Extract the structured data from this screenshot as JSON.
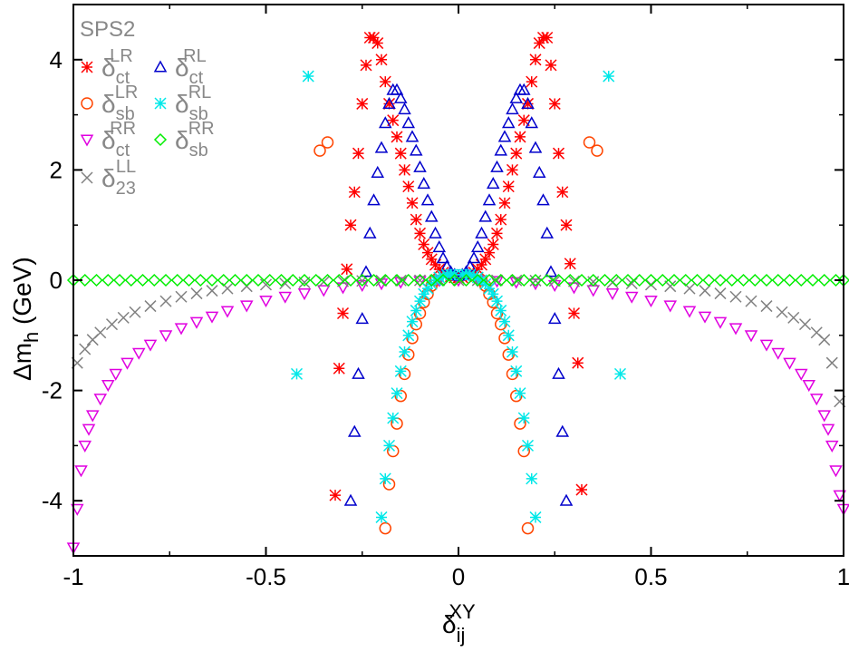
{
  "chart_data": {
    "type": "scatter",
    "title": "",
    "plot_label": "SPS2",
    "xlabel": {
      "base": "δ",
      "sub": "ij",
      "sup": "XY"
    },
    "ylabel": {
      "base": "Δm",
      "sub": "h",
      "unit": " (GeV)"
    },
    "xlim": [
      -1,
      1
    ],
    "ylim": [
      -5,
      5
    ],
    "xticks": [
      -1,
      -0.5,
      0,
      0.5,
      1
    ],
    "xtick_labels": [
      "-1",
      "-0.5",
      "0",
      "0.5",
      "1"
    ],
    "yticks": [
      -4,
      -2,
      0,
      2,
      4
    ],
    "ytick_labels": [
      "-4",
      "-2",
      "0",
      "2",
      "4"
    ],
    "grid": false,
    "legend_position": "top-left",
    "colors": {
      "red": "#ff0000",
      "orange": "#ff4500",
      "magenta": "#e000e0",
      "gray": "#808080",
      "blue": "#0000cc",
      "cyan": "#00e8e8",
      "green": "#00ee00"
    },
    "series": [
      {
        "name": "δ_ct^LR",
        "label": {
          "base": "δ",
          "sub": "ct",
          "sup": "LR"
        },
        "marker": "asterisk",
        "color": "#ff0000",
        "x": [
          -0.32,
          -0.31,
          -0.3,
          -0.29,
          -0.28,
          -0.27,
          -0.26,
          -0.25,
          -0.24,
          -0.23,
          -0.22,
          -0.21,
          -0.2,
          -0.19,
          -0.18,
          -0.17,
          -0.16,
          -0.15,
          -0.14,
          -0.13,
          -0.12,
          -0.11,
          -0.1,
          -0.09,
          -0.08,
          -0.07,
          -0.06,
          -0.05,
          -0.04,
          -0.03,
          -0.02,
          -0.01,
          0,
          0.01,
          0.02,
          0.03,
          0.04,
          0.05,
          0.06,
          0.07,
          0.08,
          0.09,
          0.1,
          0.11,
          0.12,
          0.13,
          0.14,
          0.15,
          0.16,
          0.17,
          0.18,
          0.19,
          0.2,
          0.21,
          0.22,
          0.23,
          0.24,
          0.25,
          0.26,
          0.27,
          0.28,
          0.29,
          0.3,
          0.31,
          0.32
        ],
        "y": [
          -3.9,
          -1.6,
          -0.6,
          0.2,
          1.0,
          1.6,
          2.3,
          3.2,
          3.9,
          4.4,
          4.4,
          4.3,
          4.0,
          3.6,
          3.2,
          2.9,
          2.6,
          2.3,
          2.0,
          1.7,
          1.4,
          1.1,
          0.85,
          0.65,
          0.5,
          0.38,
          0.28,
          0.2,
          0.14,
          0.1,
          0.07,
          0.05,
          0.05,
          0.05,
          0.07,
          0.1,
          0.14,
          0.2,
          0.28,
          0.38,
          0.5,
          0.65,
          0.85,
          1.1,
          1.4,
          1.7,
          2.0,
          2.3,
          2.6,
          2.9,
          3.2,
          3.6,
          4.0,
          4.3,
          4.4,
          4.4,
          3.9,
          3.2,
          2.3,
          1.6,
          1.0,
          0.3,
          -0.6,
          -1.5,
          -3.8
        ]
      },
      {
        "name": "δ_sb^LR",
        "label": {
          "base": "δ",
          "sub": "sb",
          "sup": "LR"
        },
        "marker": "circle",
        "color": "#ff4500",
        "x": [
          -0.36,
          -0.34,
          -0.19,
          -0.18,
          -0.17,
          -0.16,
          -0.15,
          -0.14,
          -0.13,
          -0.12,
          -0.11,
          -0.1,
          -0.09,
          -0.08,
          -0.07,
          -0.06,
          0.06,
          0.07,
          0.08,
          0.09,
          0.1,
          0.11,
          0.12,
          0.13,
          0.14,
          0.15,
          0.16,
          0.17,
          0.18,
          0.34,
          0.36
        ],
        "y": [
          2.35,
          2.5,
          -4.5,
          -3.7,
          -3.1,
          -2.6,
          -2.1,
          -1.7,
          -1.35,
          -1.05,
          -0.8,
          -0.6,
          -0.4,
          -0.25,
          -0.1,
          0.0,
          0.0,
          -0.1,
          -0.25,
          -0.4,
          -0.6,
          -0.8,
          -1.05,
          -1.35,
          -1.7,
          -2.1,
          -2.6,
          -3.1,
          -4.5,
          2.5,
          2.35
        ]
      },
      {
        "name": "δ_ct^RR",
        "label": {
          "base": "δ",
          "sub": "ct",
          "sup": "RR"
        },
        "marker": "triangle-down",
        "color": "#e000e0",
        "x": [
          -1.0,
          -0.99,
          -0.98,
          -0.97,
          -0.96,
          -0.95,
          -0.93,
          -0.91,
          -0.89,
          -0.86,
          -0.83,
          -0.8,
          -0.76,
          -0.72,
          -0.68,
          -0.64,
          -0.6,
          -0.55,
          -0.5,
          -0.45,
          -0.4,
          -0.35,
          -0.3,
          -0.25,
          -0.2,
          -0.15,
          -0.1,
          -0.05,
          0,
          0.05,
          0.1,
          0.15,
          0.2,
          0.25,
          0.3,
          0.35,
          0.4,
          0.45,
          0.5,
          0.55,
          0.6,
          0.64,
          0.68,
          0.72,
          0.76,
          0.8,
          0.83,
          0.86,
          0.89,
          0.91,
          0.93,
          0.95,
          0.96,
          0.97,
          0.98,
          0.99,
          1.0
        ],
        "y": [
          -4.85,
          -4.15,
          -3.45,
          -3.0,
          -2.7,
          -2.45,
          -2.15,
          -1.9,
          -1.7,
          -1.5,
          -1.32,
          -1.17,
          -1.0,
          -0.87,
          -0.76,
          -0.66,
          -0.56,
          -0.46,
          -0.37,
          -0.3,
          -0.24,
          -0.18,
          -0.13,
          -0.09,
          -0.06,
          -0.035,
          -0.015,
          -0.005,
          0,
          -0.005,
          -0.015,
          -0.035,
          -0.06,
          -0.09,
          -0.13,
          -0.18,
          -0.24,
          -0.3,
          -0.37,
          -0.46,
          -0.56,
          -0.66,
          -0.76,
          -0.87,
          -1.0,
          -1.17,
          -1.32,
          -1.5,
          -1.7,
          -1.9,
          -2.15,
          -2.45,
          -2.7,
          -3.0,
          -3.45,
          -3.9,
          -4.15
        ]
      },
      {
        "name": "δ_23^LL",
        "label": {
          "base": "δ",
          "sub": "23",
          "sup": "LL"
        },
        "marker": "x",
        "color": "#808080",
        "x": [
          -0.99,
          -0.97,
          -0.95,
          -0.93,
          -0.9,
          -0.87,
          -0.84,
          -0.8,
          -0.76,
          -0.72,
          -0.68,
          -0.64,
          -0.6,
          -0.55,
          -0.5,
          -0.45,
          -0.4,
          -0.35,
          -0.3,
          -0.25,
          -0.2,
          -0.15,
          -0.1,
          -0.05,
          0,
          0.05,
          0.1,
          0.15,
          0.2,
          0.25,
          0.3,
          0.35,
          0.4,
          0.45,
          0.5,
          0.55,
          0.6,
          0.64,
          0.68,
          0.72,
          0.76,
          0.8,
          0.84,
          0.87,
          0.9,
          0.93,
          0.95,
          0.97,
          0.99
        ],
        "y": [
          -1.5,
          -1.25,
          -1.08,
          -0.95,
          -0.8,
          -0.68,
          -0.58,
          -0.47,
          -0.38,
          -0.3,
          -0.24,
          -0.19,
          -0.15,
          -0.11,
          -0.08,
          -0.06,
          -0.04,
          -0.03,
          -0.02,
          -0.012,
          -0.007,
          -0.004,
          -0.002,
          -0.001,
          0,
          -0.001,
          -0.002,
          -0.004,
          -0.007,
          -0.012,
          -0.02,
          -0.03,
          -0.04,
          -0.06,
          -0.08,
          -0.11,
          -0.15,
          -0.19,
          -0.24,
          -0.3,
          -0.38,
          -0.47,
          -0.58,
          -0.68,
          -0.8,
          -0.95,
          -1.08,
          -1.5,
          -2.2
        ]
      },
      {
        "name": "δ_ct^RL",
        "label": {
          "base": "δ",
          "sub": "ct",
          "sup": "RL"
        },
        "marker": "triangle-up",
        "color": "#0000cc",
        "x": [
          -0.28,
          -0.27,
          -0.26,
          -0.25,
          -0.24,
          -0.23,
          -0.22,
          -0.21,
          -0.2,
          -0.19,
          -0.18,
          -0.17,
          -0.16,
          -0.15,
          -0.14,
          -0.13,
          -0.12,
          -0.11,
          -0.1,
          -0.09,
          -0.08,
          -0.07,
          -0.06,
          -0.05,
          -0.04,
          -0.03,
          -0.02,
          -0.01,
          0,
          0.01,
          0.02,
          0.03,
          0.04,
          0.05,
          0.06,
          0.07,
          0.08,
          0.09,
          0.1,
          0.11,
          0.12,
          0.13,
          0.14,
          0.15,
          0.16,
          0.17,
          0.18,
          0.19,
          0.2,
          0.21,
          0.22,
          0.23,
          0.24,
          0.25,
          0.26,
          0.27,
          0.28
        ],
        "y": [
          -4.0,
          -2.75,
          -1.7,
          -0.7,
          0.15,
          0.85,
          1.45,
          1.95,
          2.4,
          2.85,
          3.2,
          3.45,
          3.45,
          3.3,
          3.1,
          2.85,
          2.6,
          2.35,
          2.05,
          1.75,
          1.45,
          1.15,
          0.85,
          0.6,
          0.4,
          0.25,
          0.15,
          0.1,
          0.08,
          0.1,
          0.15,
          0.25,
          0.4,
          0.6,
          0.85,
          1.15,
          1.45,
          1.75,
          2.05,
          2.35,
          2.6,
          2.85,
          3.1,
          3.3,
          3.45,
          3.45,
          3.2,
          2.85,
          2.4,
          1.95,
          1.45,
          0.85,
          0.15,
          -0.7,
          -1.7,
          -2.75,
          -4.0
        ]
      },
      {
        "name": "δ_sb^RL",
        "label": {
          "base": "δ",
          "sub": "sb",
          "sup": "RL"
        },
        "marker": "asterisk",
        "color": "#00e8e8",
        "x": [
          -0.42,
          -0.39,
          -0.2,
          -0.19,
          -0.18,
          -0.17,
          -0.16,
          -0.15,
          -0.14,
          -0.13,
          -0.12,
          -0.11,
          -0.1,
          -0.09,
          -0.08,
          -0.07,
          -0.06,
          -0.05,
          -0.04,
          -0.03,
          -0.02,
          -0.01,
          0.01,
          0.02,
          0.03,
          0.04,
          0.05,
          0.06,
          0.07,
          0.08,
          0.09,
          0.1,
          0.11,
          0.12,
          0.13,
          0.14,
          0.15,
          0.16,
          0.17,
          0.18,
          0.19,
          0.2,
          0.39,
          0.42
        ],
        "y": [
          -1.7,
          3.7,
          -4.3,
          -3.6,
          -3.0,
          -2.5,
          -2.05,
          -1.65,
          -1.3,
          -1.0,
          -0.75,
          -0.55,
          -0.38,
          -0.25,
          -0.15,
          -0.07,
          0.0,
          0.05,
          0.08,
          0.1,
          0.1,
          0.1,
          0.1,
          0.1,
          0.1,
          0.08,
          0.05,
          0.0,
          -0.07,
          -0.15,
          -0.25,
          -0.38,
          -0.55,
          -0.75,
          -1.0,
          -1.3,
          -1.65,
          -2.05,
          -2.5,
          -3.0,
          -3.6,
          -4.3,
          3.7,
          -1.7
        ]
      },
      {
        "name": "δ_sb^RR",
        "label": {
          "base": "δ",
          "sub": "sb",
          "sup": "RR"
        },
        "marker": "diamond",
        "color": "#00ee00",
        "x": [
          -1.0,
          -0.97,
          -0.94,
          -0.91,
          -0.88,
          -0.85,
          -0.82,
          -0.79,
          -0.76,
          -0.73,
          -0.7,
          -0.67,
          -0.64,
          -0.61,
          -0.58,
          -0.55,
          -0.52,
          -0.49,
          -0.46,
          -0.43,
          -0.4,
          -0.37,
          -0.34,
          -0.31,
          -0.28,
          -0.25,
          -0.22,
          -0.19,
          -0.16,
          -0.13,
          -0.1,
          -0.07,
          -0.04,
          -0.01,
          0.02,
          0.05,
          0.08,
          0.11,
          0.14,
          0.17,
          0.2,
          0.23,
          0.26,
          0.29,
          0.32,
          0.35,
          0.38,
          0.41,
          0.44,
          0.47,
          0.5,
          0.53,
          0.56,
          0.59,
          0.62,
          0.65,
          0.68,
          0.71,
          0.74,
          0.77,
          0.8,
          0.83,
          0.86,
          0.89,
          0.92,
          0.95,
          0.98,
          1.0
        ],
        "y": [
          0,
          0,
          0,
          0,
          0,
          0,
          0,
          0,
          0,
          0,
          0,
          0,
          0,
          0,
          0,
          0,
          0,
          0,
          0,
          0,
          0,
          0,
          0,
          0,
          0,
          0,
          0,
          0,
          0,
          0,
          0,
          0,
          0,
          0,
          0,
          0,
          0,
          0,
          0,
          0,
          0,
          0,
          0,
          0,
          0,
          0,
          0,
          0,
          0,
          0,
          0,
          0,
          0,
          0,
          0,
          0,
          0,
          0,
          0,
          0,
          0,
          0,
          0,
          0,
          0,
          0,
          0,
          0
        ]
      }
    ],
    "legend_columns": [
      [
        0,
        1,
        2,
        3
      ],
      [
        4,
        5,
        6
      ]
    ]
  }
}
